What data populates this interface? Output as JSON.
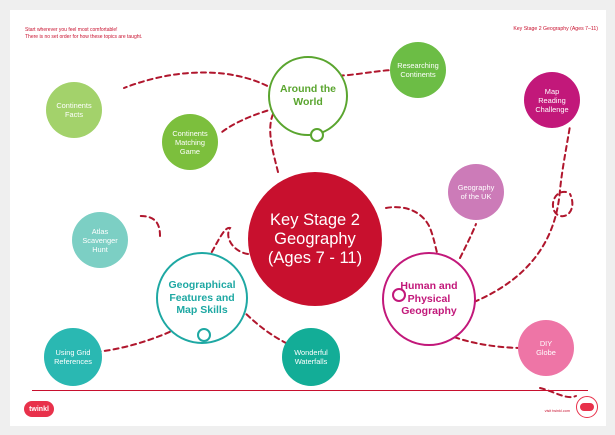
{
  "intro": {
    "line1": "Start wherever you feel most comfortable!",
    "line2": "There is no set order for how these topics are taught."
  },
  "header": {
    "title": "Key Stage 2 Geography (Ages 7–11)"
  },
  "center": {
    "text": "Key Stage 2\nGeography\n(Ages 7 - 11)",
    "color": "#c8102e"
  },
  "hubs": {
    "around_the_world": {
      "text": "Around the\nWorld",
      "color": "#5aa52f"
    },
    "geographical_features": {
      "text": "Geographical\nFeatures and\nMap Skills",
      "color": "#1ea8a3"
    },
    "human_physical": {
      "text": "Human and\nPhysical\nGeography",
      "color": "#c2187a"
    }
  },
  "topics": {
    "researching_continents": {
      "text": "Researching\nContinents",
      "color": "#6cbd45"
    },
    "continents_facts": {
      "text": "Continents\nFacts",
      "color": "#a3d26b"
    },
    "continents_matching_game": {
      "text": "Continents\nMatching\nGame",
      "color": "#7cbf3d"
    },
    "map_reading_challenge": {
      "text": "Map\nReading\nChallenge",
      "color": "#c2187a"
    },
    "geography_of_the_uk": {
      "text": "Geography\nof the UK",
      "color": "#cc7bb8"
    },
    "atlas_scavenger_hunt": {
      "text": "Atlas\nScavenger\nHunt",
      "color": "#7ccfc4"
    },
    "using_grid_references": {
      "text": "Using Grid\nReferences",
      "color": "#2ab8b2"
    },
    "wonderful_waterfalls": {
      "text": "Wonderful\nWaterfalls",
      "color": "#13ad97"
    },
    "diy_globe": {
      "text": "DIY\nGlobe",
      "color": "#ee75a6"
    }
  },
  "footer": {
    "logo": "twinkl",
    "website": "visit twinkl.com"
  },
  "colors": {
    "path": "#b0162d",
    "accent": "#c8102e"
  },
  "icons": [
    "twinkl-logo-icon",
    "quality-badge-icon"
  ]
}
